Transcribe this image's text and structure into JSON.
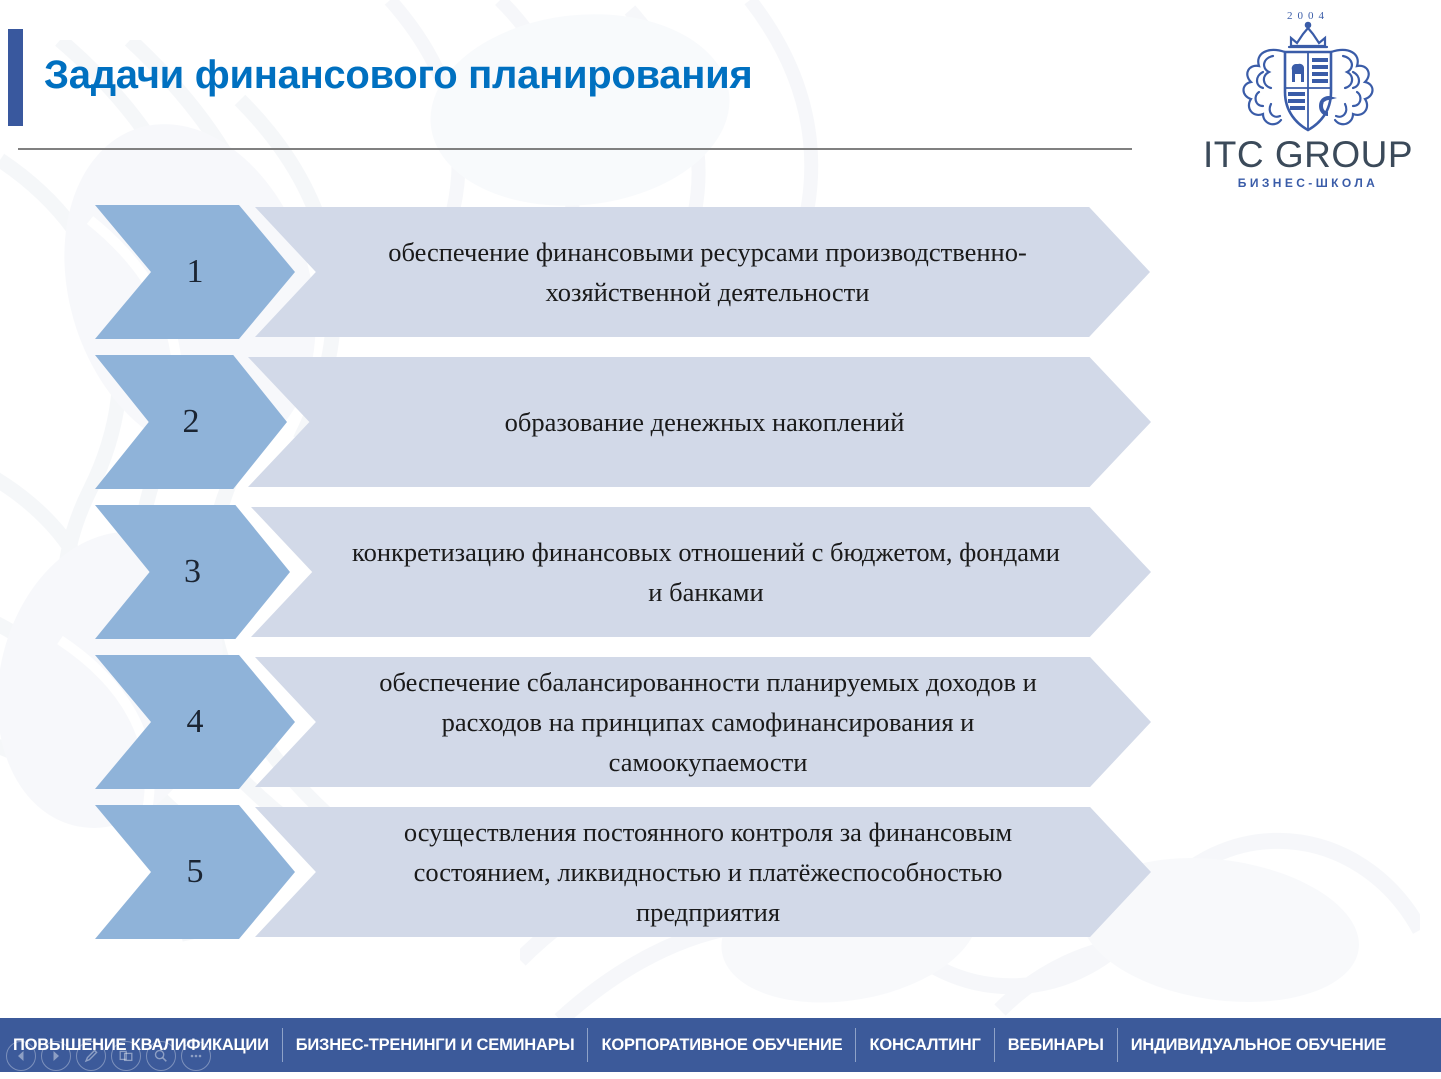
{
  "slide": {
    "title": "Задачи финансового планирования",
    "accent_color": "#39589e",
    "title_color": "#0070c0",
    "chevron_number_color": "#8fb3d9",
    "chevron_text_color": "#d2d9e8",
    "footer_color": "#3c5a9a"
  },
  "logo": {
    "year": "2004",
    "name": "ITC GROUP",
    "subtitle": "БИЗНЕС-ШКОЛА",
    "crest_icon": "heraldic-shield-crest-icon"
  },
  "items": [
    {
      "number": "1",
      "text": "обеспечение финансовыми ресурсами производственно-хозяйственной деятельности"
    },
    {
      "number": "2",
      "text": "образование денежных накоплений"
    },
    {
      "number": "3",
      "text": "конкретизацию финансовых отношений с бюджетом, фондами и банками"
    },
    {
      "number": "4",
      "text": "обеспечение сбалансированности планируемых доходов и расходов на принципах самофинансирования и самоокупаемости"
    },
    {
      "number": "5",
      "text": "осуществления постоянного контроля за финансовым состоянием, ликвидностью и платёжеспособностью предприятия"
    }
  ],
  "footer": {
    "items": [
      "ПОВЫШЕНИЕ КВАЛИФИКАЦИИ",
      "БИЗНЕС-ТРЕНИНГИ И СЕМИНАРЫ",
      "КОРПОРАТИВНОЕ ОБУЧЕНИЕ",
      "КОНСАЛТИНГ",
      "ВЕБИНАРЫ",
      "ИНДИВИДУАЛЬНОЕ ОБУЧЕНИЕ"
    ]
  },
  "presenter_controls": [
    {
      "icon": "previous-slide-icon"
    },
    {
      "icon": "next-slide-icon"
    },
    {
      "icon": "pen-icon"
    },
    {
      "icon": "all-slides-icon"
    },
    {
      "icon": "zoom-icon"
    },
    {
      "icon": "more-options-icon"
    }
  ]
}
